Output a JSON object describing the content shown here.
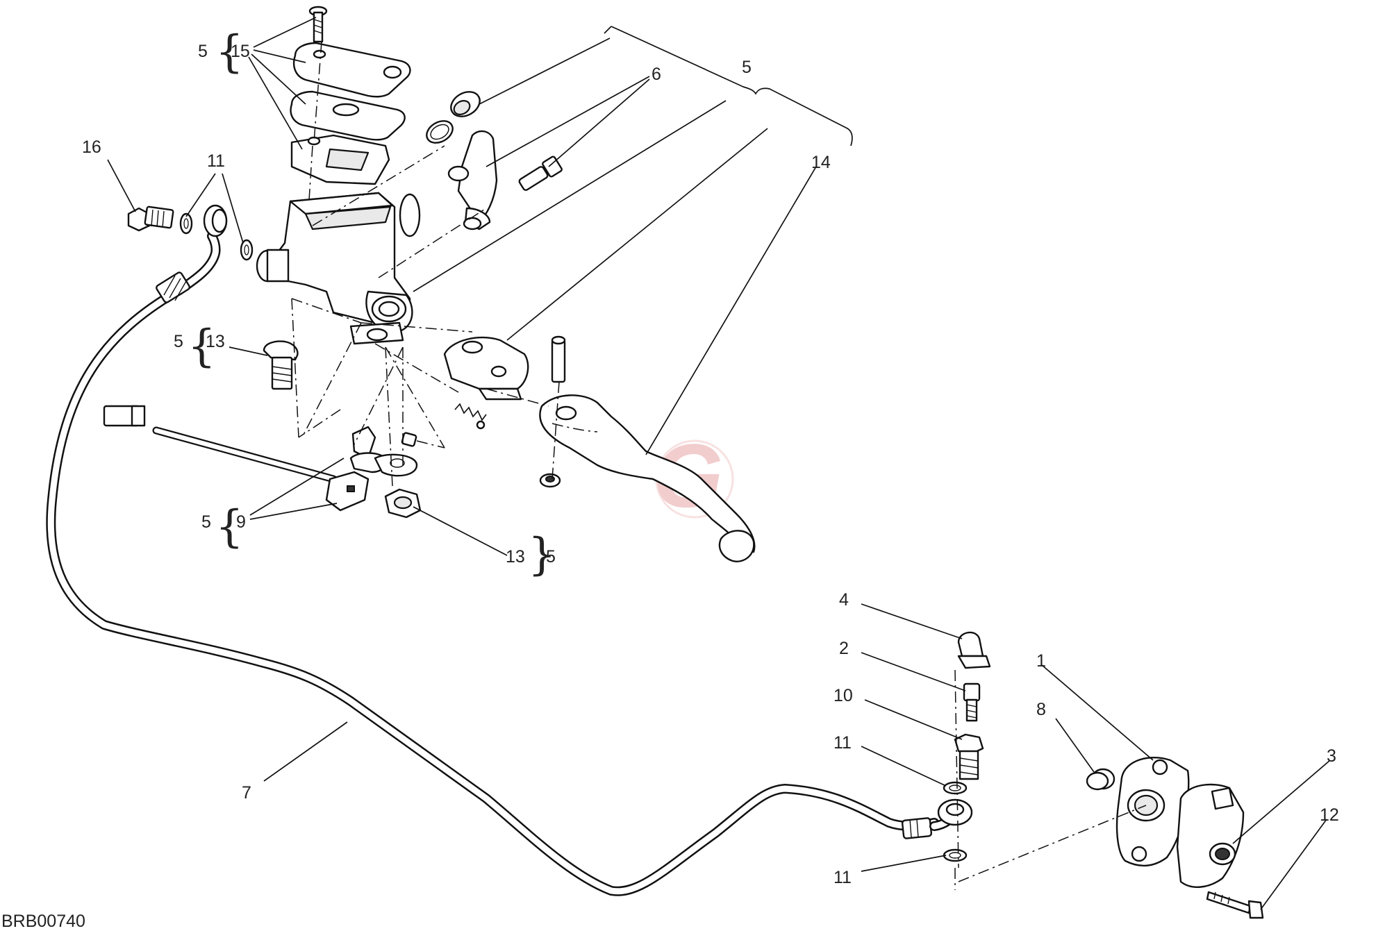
{
  "diagram_code": "BRB00740",
  "callouts": {
    "c1": "1",
    "c2": "2",
    "c3": "3",
    "c4": "4",
    "c5_top": "5",
    "c5_15": "5",
    "c5_13": "5",
    "c5_9": "5",
    "c5_13b": "5",
    "c6": "6",
    "c7": "7",
    "c8": "8",
    "c9": "9",
    "c10": "10",
    "c11_top": "11",
    "c11_mid": "11",
    "c11_bot": "11",
    "c12": "12",
    "c13_top": "13",
    "c13_bot": "13",
    "c14": "14",
    "c15": "15",
    "c16": "16"
  },
  "watermark": {
    "letter": "G",
    "color": "#e8a6a6"
  },
  "colors": {
    "line": "#111111",
    "background": "#ffffff"
  }
}
